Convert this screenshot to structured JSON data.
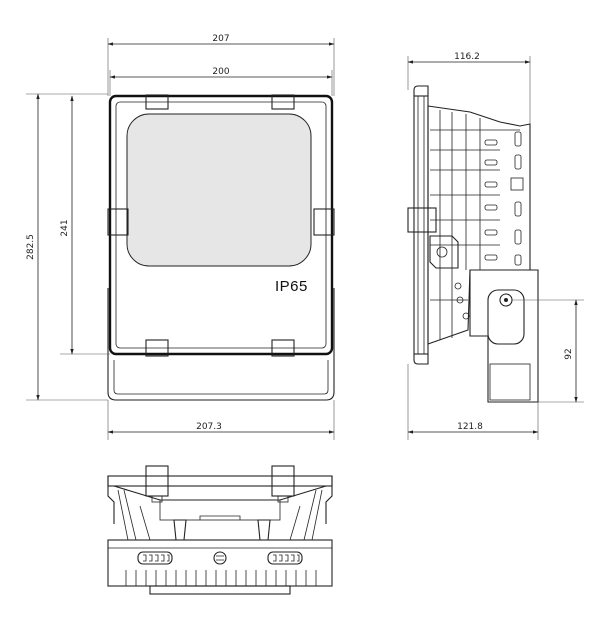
{
  "labels": {
    "product_marking": "IP65"
  },
  "dimensions": {
    "front_overall_width": "207",
    "front_frame_width": "200",
    "front_overall_height": "282.5",
    "front_frame_height": "241",
    "front_bracket_width": "207.3",
    "side_top_depth": "116.2",
    "side_bottom_depth": "121.8",
    "side_pivot_height": "92"
  },
  "colors": {
    "line": "#222222",
    "face_fill": "#e6e6e6",
    "body_fill": "#ffffff"
  }
}
